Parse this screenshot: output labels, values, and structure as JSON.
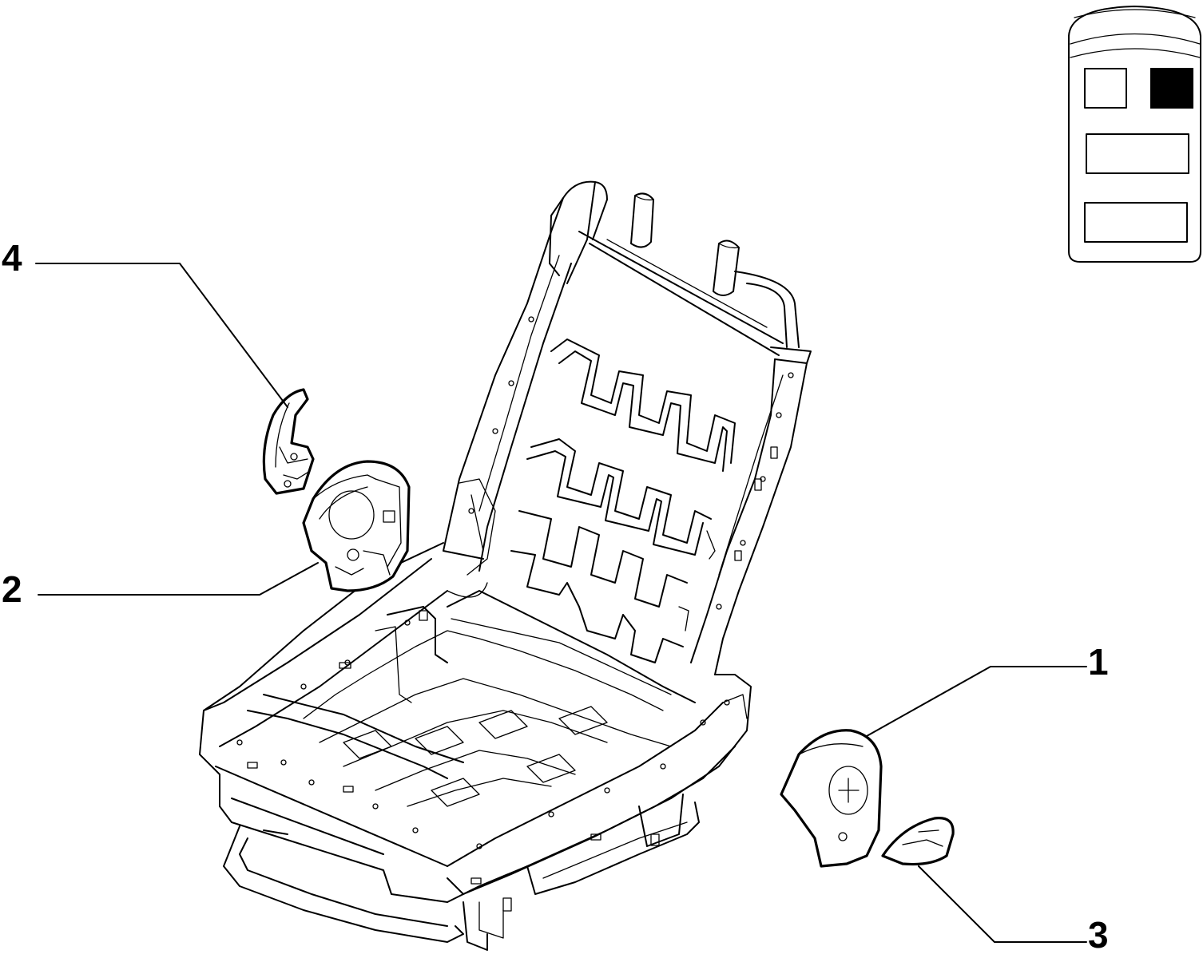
{
  "callouts": [
    {
      "id": "1",
      "label": "1"
    },
    {
      "id": "2",
      "label": "2"
    },
    {
      "id": "3",
      "label": "3"
    },
    {
      "id": "4",
      "label": "4"
    }
  ],
  "colors": {
    "line": "#000000",
    "background": "#ffffff",
    "indicator_active": "#000000"
  },
  "icons": [
    "vehicle-position-icon",
    "seat-frame-illustration"
  ]
}
